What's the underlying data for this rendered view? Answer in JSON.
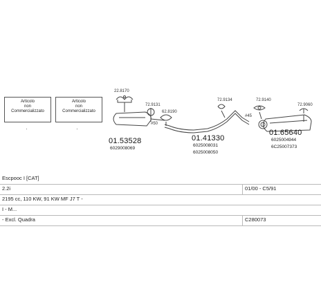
{
  "boxes": [
    {
      "lines": [
        "Articolo",
        "non",
        "Commercializzato"
      ]
    },
    {
      "lines": [
        "Articolo",
        "non",
        "Commercializzato"
      ]
    }
  ],
  "parts": {
    "p1_label": "22.8170",
    "p2_label": "72.9131",
    "p3_label": "62.8190",
    "p4_label": "72.9134",
    "p5_label": "72.9140",
    "p6_label": "72.9060",
    "angle1": "#50",
    "angle2": "#45",
    "group1_num": "01.53528",
    "group1_sub": "6029008069",
    "group2_num": "01.41330",
    "group2_sub1": "6025008031",
    "group2_sub2": "6025008050",
    "group3_num": "01.65640",
    "group3_sub1": "6025004944",
    "group3_sub2": "6C25007373"
  },
  "table": {
    "rows": [
      {
        "left": "Escpooc I  [CAT]",
        "right": ""
      },
      {
        "left": "2.2i",
        "right": "01/00 - C5/91"
      },
      {
        "left": "2195 cc, 110 KW, 91 KW MF J7 T -",
        "right": ""
      },
      {
        "left": "I - M...",
        "right": ""
      },
      {
        "left": "- Excl. Quadra",
        "right": "C280073"
      }
    ]
  },
  "colors": {
    "line": "#444444",
    "border": "#b9b9b9"
  }
}
